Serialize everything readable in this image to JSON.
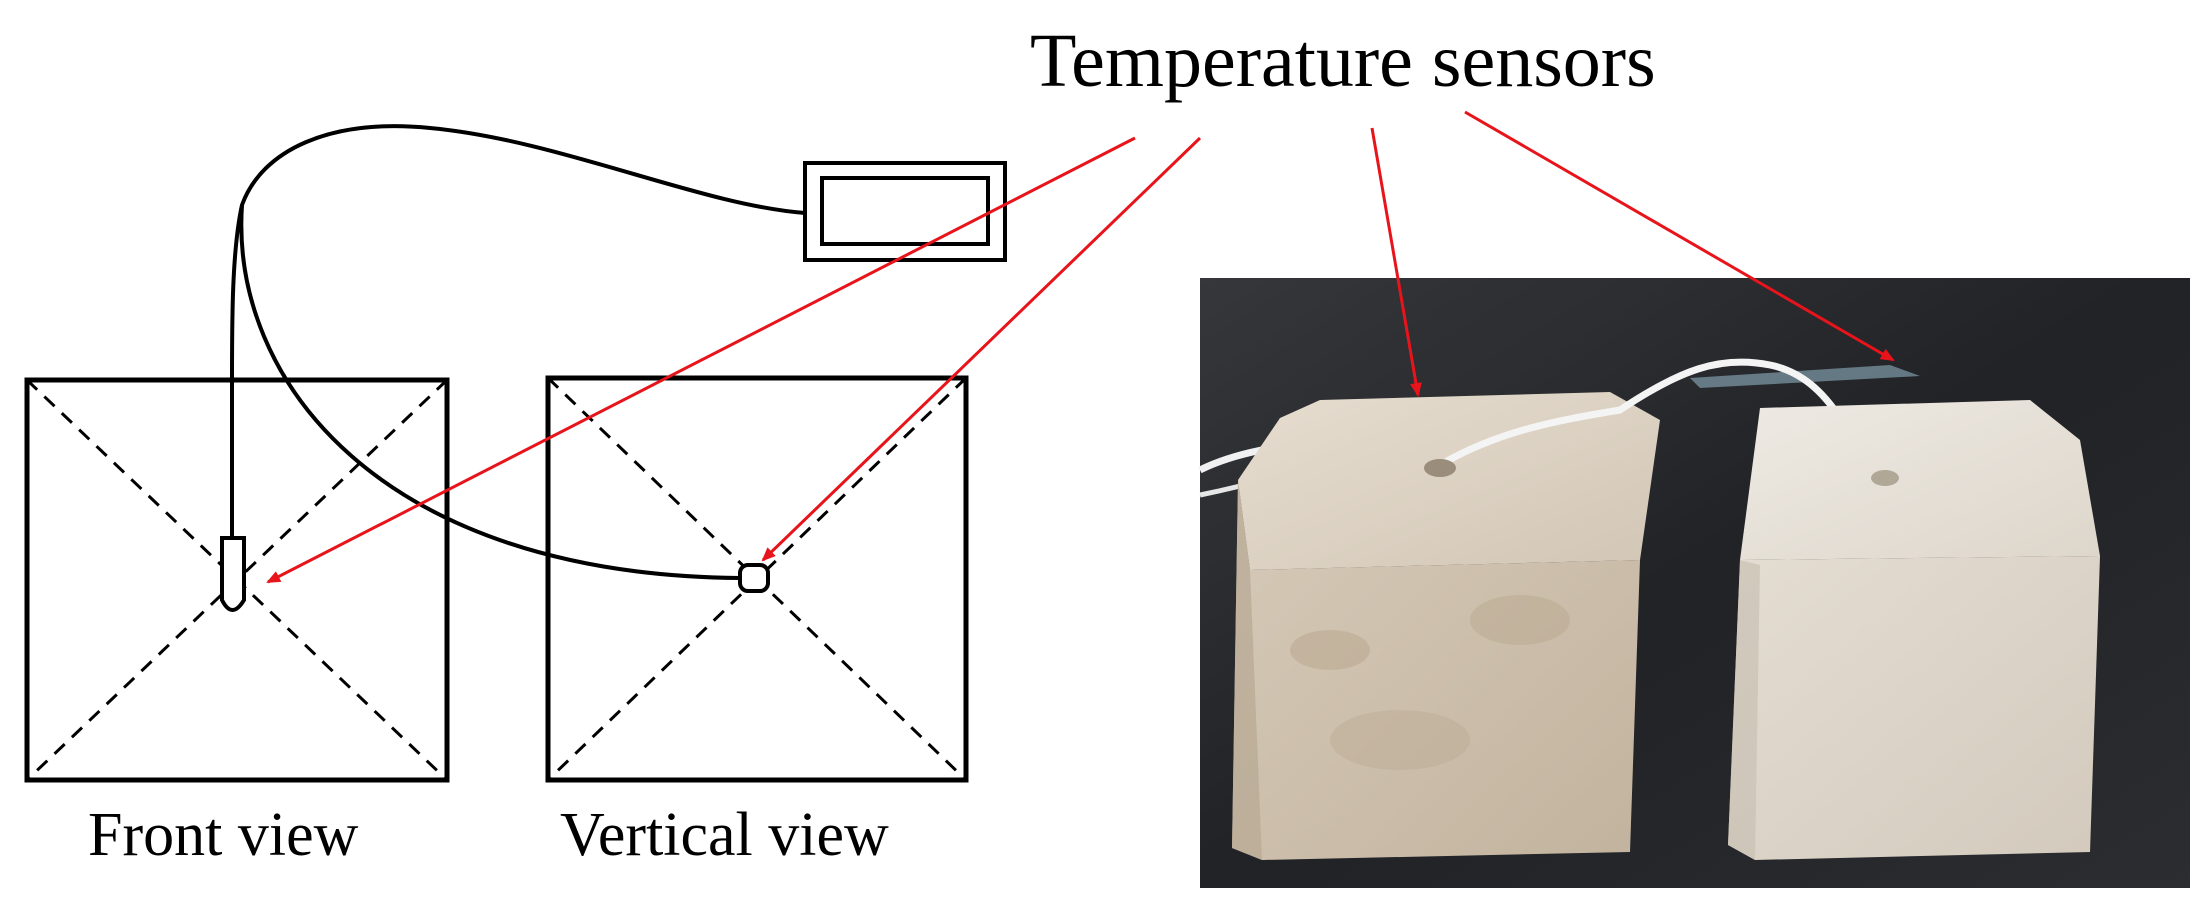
{
  "title": "Temperature sensors",
  "views": {
    "front": "Front view",
    "vertical": "Vertical view"
  },
  "colors": {
    "line": "#000000",
    "arrow": "#e8141b",
    "background": "#ffffff",
    "photo_background": "#2a2c2f",
    "block_light": "#d9cfc1",
    "block_dark": "#c7b9a6",
    "cable": "#f2f2f2"
  }
}
